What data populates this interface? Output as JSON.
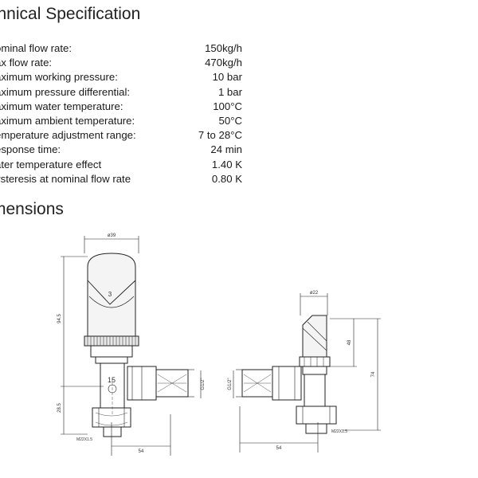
{
  "headings": {
    "tech": "chnical Specification",
    "dims": "mensions"
  },
  "specs": [
    {
      "label": "ominal flow rate:",
      "value": "150kg/h"
    },
    {
      "label": "ax flow rate:",
      "value": "470kg/h"
    },
    {
      "label": "aximum working pressure:",
      "value": "10 bar"
    },
    {
      "label": "aximum pressure differential:",
      "value": "1 bar"
    },
    {
      "label": "aximum water temperature:",
      "value": "100°C"
    },
    {
      "label": "aximum ambient temperature:",
      "value": "50°C"
    },
    {
      "label": "emperature adjustment range:",
      "value": "7 to 28°C"
    },
    {
      "label": "esponse time:",
      "value": "24 min"
    },
    {
      "label": "ater temperature effect",
      "value": "1.40 K"
    },
    {
      "label": "ysteresis at nominal flow rate",
      "value": "0.80 K"
    }
  ],
  "drawing": {
    "dia_39": "ø39",
    "h_94_5": "94.5",
    "h_28_5": "28.5",
    "num_3": "3",
    "num_15": "15",
    "thread_half": "G1/2\"",
    "m22": "M22X1.5",
    "w_54_left": "54",
    "dia_22": "ø22",
    "h_48": "48",
    "h_74": "74",
    "w_54_right": "54"
  }
}
